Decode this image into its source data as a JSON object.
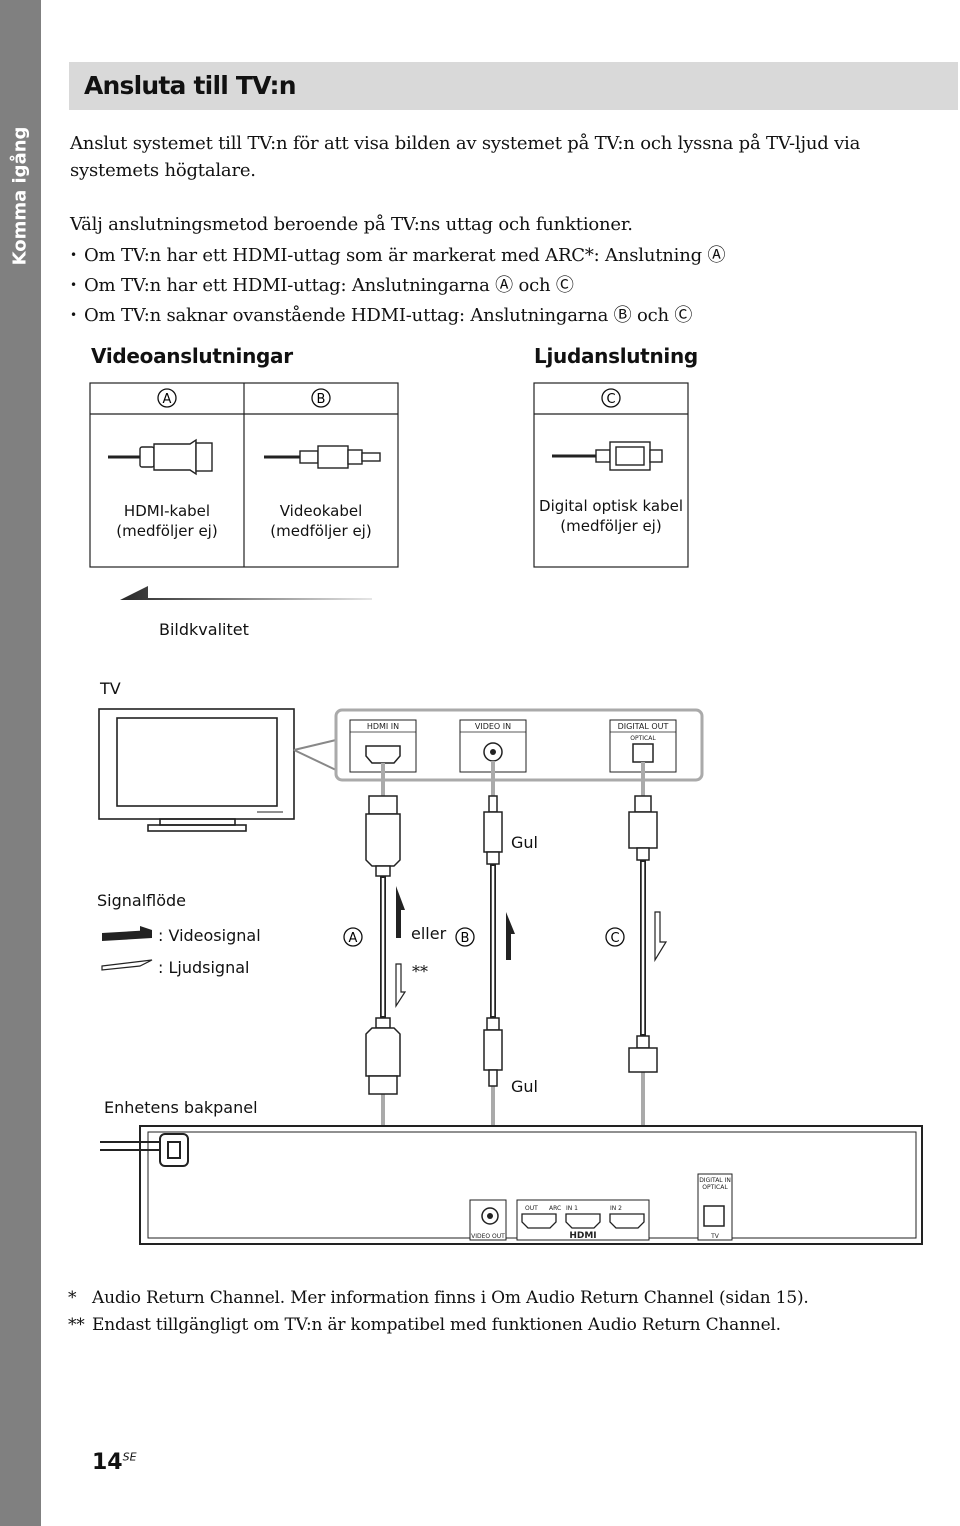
{
  "side_tab": {
    "label": "Komma igång"
  },
  "header": {
    "title": "Ansluta till TV:n"
  },
  "intro": "Anslut systemet till TV:n för att visa bilden av systemet på TV:n och lyssna på TV-ljud via systemets högtalare.",
  "lead": "Välj anslutningsmetod beroende på TV:ns uttag och funktioner.",
  "bullets": [
    "Om TV:n har ett HDMI-uttag som är markerat med ARC*: Anslutning Ⓐ",
    "Om TV:n har ett HDMI-uttag: Anslutningarna Ⓐ och Ⓒ",
    "Om TV:n saknar ovanstående HDMI-uttag: Anslutningarna Ⓑ och Ⓒ"
  ],
  "sections": {
    "video": "Videoanslutningar",
    "audio": "Ljudanslutning"
  },
  "cables": [
    {
      "letter": "A",
      "name": "HDMI-kabel",
      "note": "(medföljer ej)"
    },
    {
      "letter": "B",
      "name": "Videokabel",
      "note": "(medföljer ej)"
    },
    {
      "letter": "C",
      "name": "Digital optisk kabel",
      "note": "(medföljer ej)"
    }
  ],
  "quality_label": "Bildkvalitet",
  "tv_label": "TV",
  "tv_ports": {
    "hdmi_in": "HDMI IN",
    "video_in": "VIDEO IN",
    "digital_out": "DIGITAL OUT",
    "optical": "OPTICAL"
  },
  "yellow_label": "Gul",
  "signal": {
    "title": "Signalflöde",
    "video": ": Videosignal",
    "audio": ": Ljudsignal",
    "or": "eller",
    "double_star": "**"
  },
  "letters": {
    "a": "A",
    "b": "B",
    "c": "C"
  },
  "rear_label": "Enhetens bakpanel",
  "unit_ports": {
    "video_out": "VIDEO OUT",
    "out": "OUT",
    "arc": "ARC",
    "in1": "IN 1",
    "in2": "IN 2",
    "hdmi_logo": "HDMI",
    "digital_in": "DIGITAL IN",
    "optical": "OPTICAL",
    "tv": "TV"
  },
  "footnotes": [
    {
      "mark": "*",
      "text": "Audio Return Channel. Mer information finns i Om Audio Return Channel (sidan 15)."
    },
    {
      "mark": "**",
      "text": "Endast tillgängligt om TV:n är kompatibel med funktionen Audio Return Channel."
    }
  ],
  "page": {
    "number": "14",
    "suffix": "SE"
  },
  "colors": {
    "side_tab": "#808080",
    "header_bar": "#d9d9d9"
  }
}
